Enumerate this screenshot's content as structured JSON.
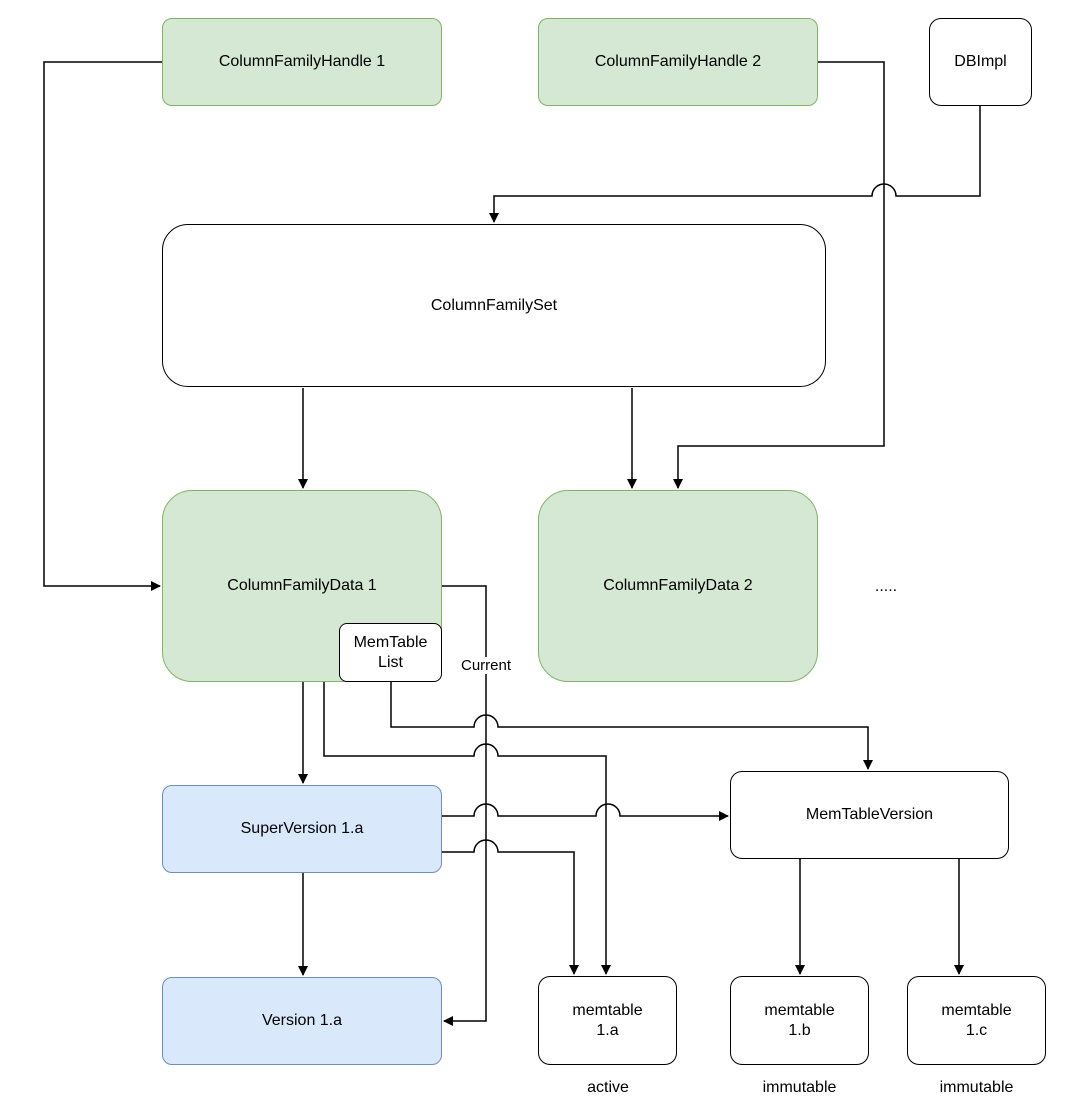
{
  "nodes": {
    "cfh1": "ColumnFamilyHandle 1",
    "cfh2": "ColumnFamilyHandle 2",
    "dbimpl": "DBImpl",
    "cfset": "ColumnFamilySet",
    "cfd1": "ColumnFamilyData 1",
    "cfd2": "ColumnFamilyData 2",
    "memtablelist": "MemTable\nList",
    "superversion": "SuperVersion 1.a",
    "memtableversion": "MemTableVersion",
    "version": "Version 1.a",
    "mem1a": "memtable\n1.a",
    "mem1b": "memtable\n1.b",
    "mem1c": "memtable\n1.c"
  },
  "labels": {
    "ellipsis": ".....",
    "current": "Current",
    "active": "active",
    "immutable_b": "immutable",
    "immutable_c": "immutable"
  },
  "colors": {
    "green_fill": "#d5e8d4",
    "green_stroke": "#82b366",
    "blue_fill": "#dae8fc",
    "blue_stroke": "#6c8ebf",
    "plain_fill": "#ffffff",
    "plain_stroke": "#000000"
  }
}
